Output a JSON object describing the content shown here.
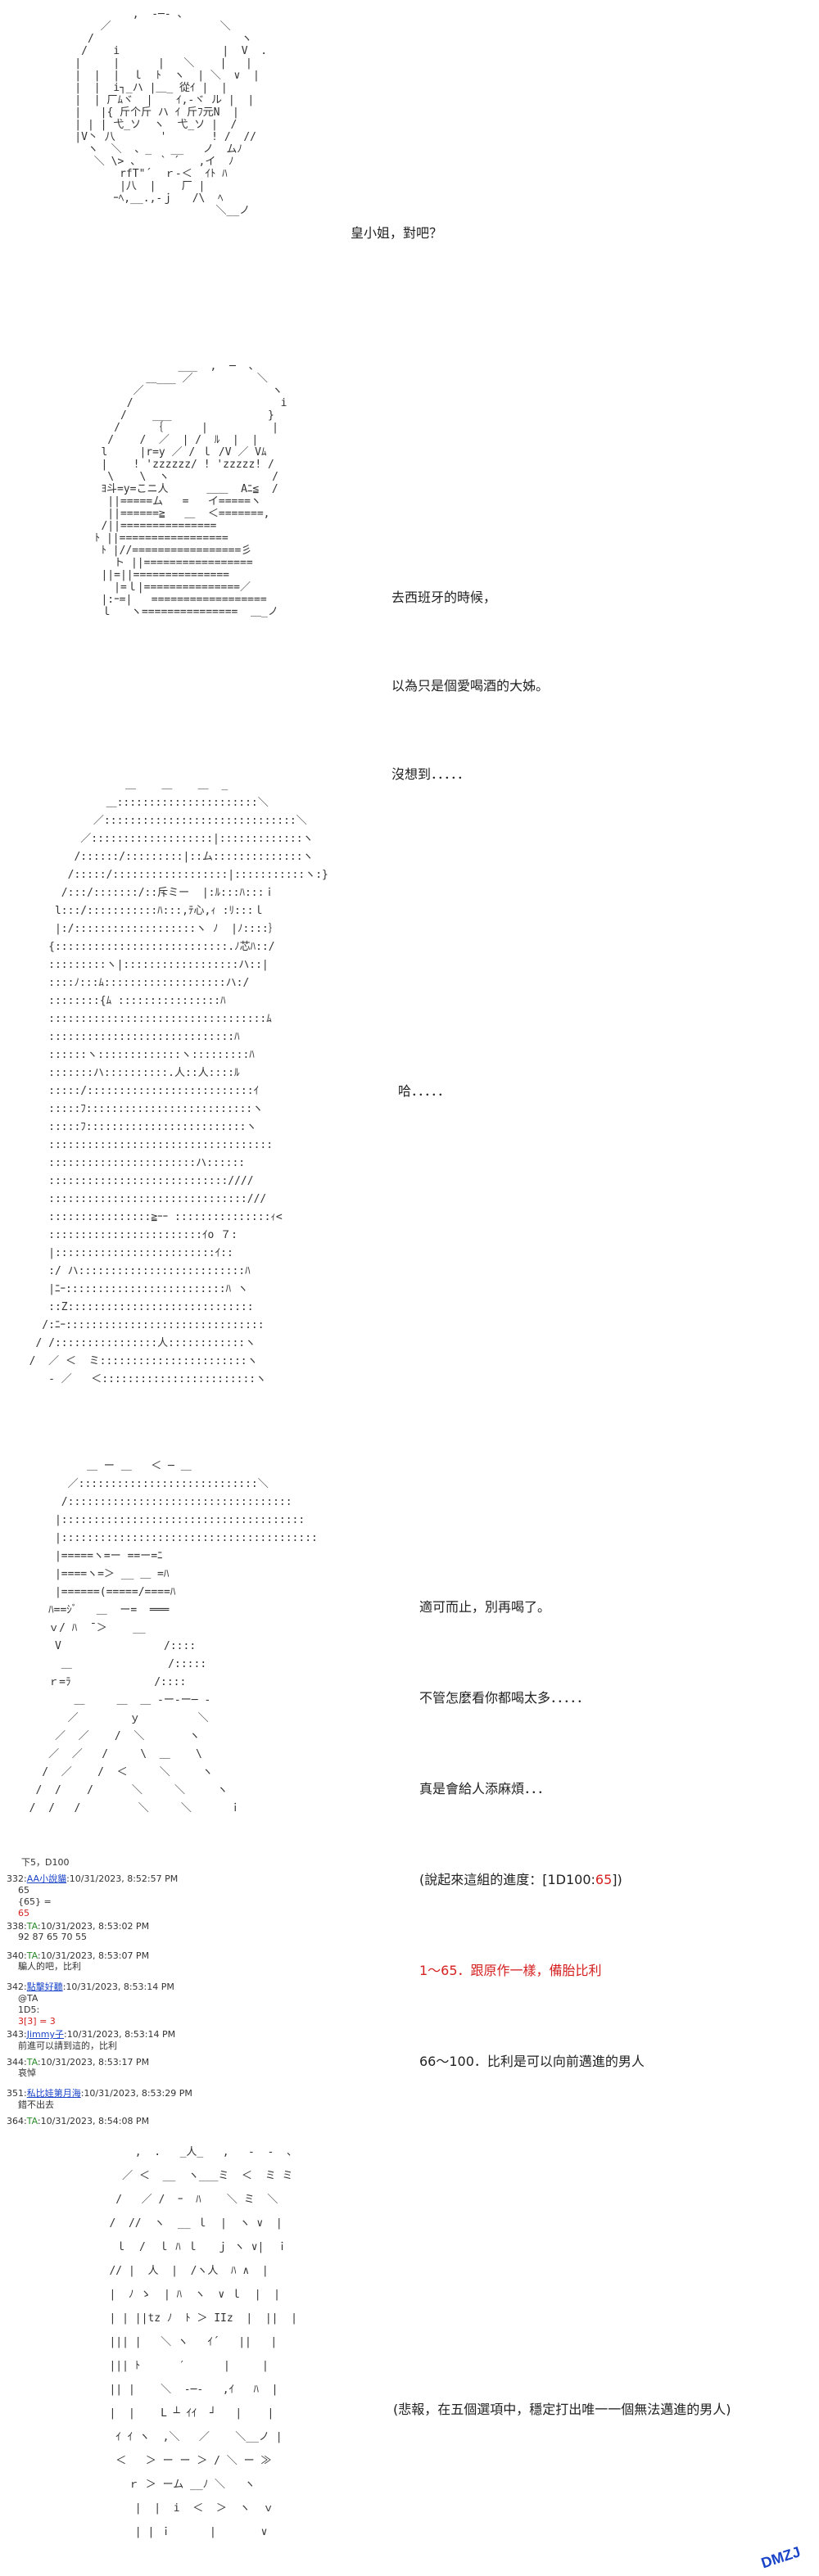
{
  "panels": [
    {
      "art": "             ,  -─- 、\n        ／                 ＼\n      /                       ヽ\n     /    i                |  V  .\n    |     |      |   ＼    |   |\n    |  |  |  ｌ  ﾄ  ヽ  | ＼  ∨  |\n    |  |  i┐_ハ |＿_ 從ｲ |  |\n    |  | 厂ﾑヾ  | 　 ｲ,‐ヾ ル |  |\n    |   |{ 斤个斤 ハ ｲ 斤ﾌ元N  |\n    | | | 弋_ソ  ヽ  弋_ソ |  /\n    |V丶 八       '       ! /  //\n      ヽ  ＼  、_   __   ノ  ムﾉ\n       ＼ \\> 、   ` ´   ,イ  ﾉ\n           rfT\"´  ｒ-＜  ｲﾄ ﾊ\n           |八  |    厂 |\n          ｰﾍ,__.,-ｊ   /\\  ﾍ\n                          ＼__ノ",
      "lines": [
        {
          "text": "皇小姐，對吧？",
          "color": ""
        }
      ]
    },
    {
      "art": "               ___  ,  ─  、\n          ＿___ ／          ＼\n        ／                    ヽ\n       /                       i\n      /    ___               }\n     /     ｛      |          |\n    /    /  ／  | /  ﾙ  |  |\n   l     |r=y ／ / ｌ /V ／ Vﾑ\n   |    ! 'zzzzzz/ ! 'zzzzz! /\n    \\    \\  ヽ                /\n   ﾖ斗=y=こニ人      ＿＿  Aﾆ≦  /\n    ||=====ム   =   イ=====ヽ\n    ||======≧   ＿  ＜=======,\n   /||===============\n  ﾄ ||=================\n   ﾄ |//=================彡\n     ト ||=================\n   ||=||===============\n     |=ｌ|===============／\n   |:ｰ=|   ==================\n   ｌ   ヽ===============  ＿_ノ",
      "lines": [
        {
          "text": "去西班牙的時候，",
          "color": ""
        },
        {
          "text": "以為只是個愛喝酒的大姊。",
          "color": ""
        },
        {
          "text": "沒想到．．．．．",
          "color": ""
        }
      ]
    },
    {
      "art": "                 ＿    ＿    ＿  _\n              ＿::::::::::::::::::::::＼\n            ／::::::::::::::::::::::::::::::＼\n          ／:::::::::::::::::::|:::::::::::::ヽ\n         /::::::/:::::::::|::ム::::::::::::::ヽ\n        /:::::/::::::::::::::::::|:::::::::::ヽ:}\n       /:::/:::::::/::斥ミー  |:ﾙ:::ﾊ:::ｉ\n      l:::/:::::::::::ﾊ:::,ﾃ心,ｨ :ﾘ:::ｌ\n      |:/:::::::::::::::::::ヽ ﾉ  |ﾉ::::｝\n     {:::::::::::::::::::::::::::.ﾉ芯ﾊ::/\n     :::::::::ヽ|::::::::::::::::::ハ::|\n     ::::ﾉ:::ﾑ:::::::::::::::::::ハ:/\n     ::::::::{ﾑ ::::::::::::::::ﾊ\n     ::::::::::::::::::::::::::::::::::ﾑ\n     :::::::::::::::::::::::::::::ﾊ\n     ::::::ヽ:::::::::::::ヽ:::::::::ﾊ\n     :::::::ハ::::::::::.人::人::::ﾙ\n     :::::/::::::::::::::::::::::::::ｲ\n     :::::ﾌ::::::::::::::::::::::::::ヽ\n     :::::ﾌ:::::::::::::::::::::::::ヽ\n     :::::::::::::::::::::::::::::::::::\n     :::::::::::::::::::::::ハ::::::\n     ::::::::::::::::::::::::::::////\n     :::::::::::::::::::::::::::::::///\n     ::::::::::::::::≧ｰｰ :::::::::::::::ｨ<\n     ::::::::::::::::::::::::ｲo ７:\n     |:::::::::::::::::::::::::ｲ::\n     :/ ハ::::::::::::::::::::::::::ﾊ\n     |ﾆｰ:::::::::::::::::::::::::ﾊ ヽ\n     ::Z:::::::::::::::::::::::::::::\n    /:ﾆｰ:::::::::::::::::::::::::::::::\n   / /::::::::::::::::人::::::::::::ヽ\n  /  ／ ＜  ミ:::::::::::::::::::::::ヽ\n     ‐ ／   ＜::::::::::::::::::::::::ヽ",
      "lines": [
        {
          "text": "哈．．．．．",
          "color": ""
        }
      ]
    },
    {
      "art": "           ＿ ー ＿   ＜ ─ ＿\n        ／::::::::::::::::::::::::::::＼\n       /:::::::::::::::::::::::::::::::::::\n      |::::::::::::::::::::::::::::::::::::::\n      |::::::::::::::::::::::::::::::::::::::::\n      |=====ヽ=ー ==ー=ﾆ\n      |====ヽ=＞ __ ＿ =ﾊ\n      |======(=====/====ﾊ\n     ﾊ==ｼﾞ   ＿  ー=  ═══\n     ｖ/ ﾊ  ̄ ＞    __\n      V                /::::\n       ＿               /:::::\n     ｒ=ﾗ             /::::\n         ＿     ＿  ＿ -ー-ー─ -\n        ／        ｙ         ＼\n      ／  ／    /  ＼       ヽ\n     ／  ／   /     \\  ＿    \\\n    /  ／    /  ＜     ＼     ヽ\n   /  /    /      ＼     ＼     ヽ\n  /  /   /         ＼     ＼      ｉ",
      "lines": [
        {
          "text": "適可而止，別再喝了。",
          "color": ""
        },
        {
          "text": "不管怎麼看你都喝太多．．．．．",
          "color": ""
        },
        {
          "text": "真是會給人添麻煩．．．",
          "color": ""
        },
        {
          "text": "(說起來這組的進度：[1D100:65])",
          "color": "",
          "emph": "65"
        },
        {
          "text": "1～65．跟原作一樣，備胎比利",
          "color": "red"
        },
        {
          "text": "66～100．比利是可以向前邁進的男人",
          "color": ""
        }
      ]
    }
  ],
  "thread": {
    "header": "下5，D100",
    "posts": [
      {
        "id": "332",
        "name": "AA小說貓",
        "date": "10/31/2023, 8:52:57 PM",
        "body": [
          "65",
          "{65} =",
          "65"
        ],
        "red_line": 2
      },
      {
        "id": "338",
        "name": "TA",
        "date": "10/31/2023, 8:53:02 PM",
        "body": [
          "92 87 65 70 55"
        ],
        "red_line": -1
      },
      {
        "id": "340",
        "name": "TA",
        "date": "10/31/2023, 8:53:07 PM",
        "body": [
          "騙人的吧，比利"
        ],
        "red_line": -1
      },
      {
        "id": "342",
        "name": "點擊好聽",
        "date": "10/31/2023, 8:53:14 PM",
        "body": [
          "@TA",
          "1D5:",
          "3[3] = 3"
        ],
        "red_line": 2
      },
      {
        "id": "343",
        "name": "Jimmy子",
        "date": "10/31/2023, 8:53:14 PM",
        "body": [
          "前進可以請到這的，比利"
        ],
        "red_line": -1
      },
      {
        "id": "344",
        "name": "TA",
        "date": "10/31/2023, 8:53:17 PM",
        "body": [
          "哀悼"
        ],
        "red_line": -1
      },
      {
        "id": "351",
        "name": "私比娃第月海",
        "date": "10/31/2023, 8:53:29 PM",
        "body": [
          "錯不出去"
        ],
        "red_line": -1
      },
      {
        "id": "364",
        "name": "TA",
        "date": "10/31/2023, 8:54:08 PM",
        "body": [],
        "red_line": -1
      }
    ]
  },
  "final_panel": {
    "art": "       ,  .   _人_   ,   -  -  、\n     ／ ＜  __  ヽ___ミ  ＜  ミ ミ\n    /   ／ /  ｰ  ﾊ    ＼ ミ  ＼\n   /  //  ヽ  __ ｌ  |  ヽ ∨  |\n    ｌ  /  ｌ ﾊ ｌ   ｊ ヽ ∨|  ｉ\n   // |  人  |  /ヽ人  ﾊ ∧  |\n   |  ﾉ ゝ  | ﾊ  ヽ  ∨ ｌ  |  |\n   | | ||tz ﾉ  ﾄ ＞ IIz  |  ||  |\n   ||| |   ＼ ヽ   ｲ´   ||   |\n   ||| ﾄ      ′      |     |\n   || |    ＼  -─-   ,ｲ   ﾊ  |\n   |  |    L ┴ ｲｲ  ┘   |    |\n    ｲ ｲ ヽ  ,＼   ／    ＼__ノ |\n    ＜   ＞ ー ー ＞ / ＼ ー ≫\n      ｒ ＞ ーム __ﾉ ＼   ヽ\n       |  |  i  ＜  ＞  ヽ  ｖ\n       | | ｉ      |       ∨",
    "lines": [
      {
        "text": "(悲報，在五個選項中，穩定打出唯一一個無法邁進的男人)",
        "color": ""
      }
    ]
  },
  "watermark": {
    "text": "DMZJ",
    "color": "#1a44c8"
  }
}
